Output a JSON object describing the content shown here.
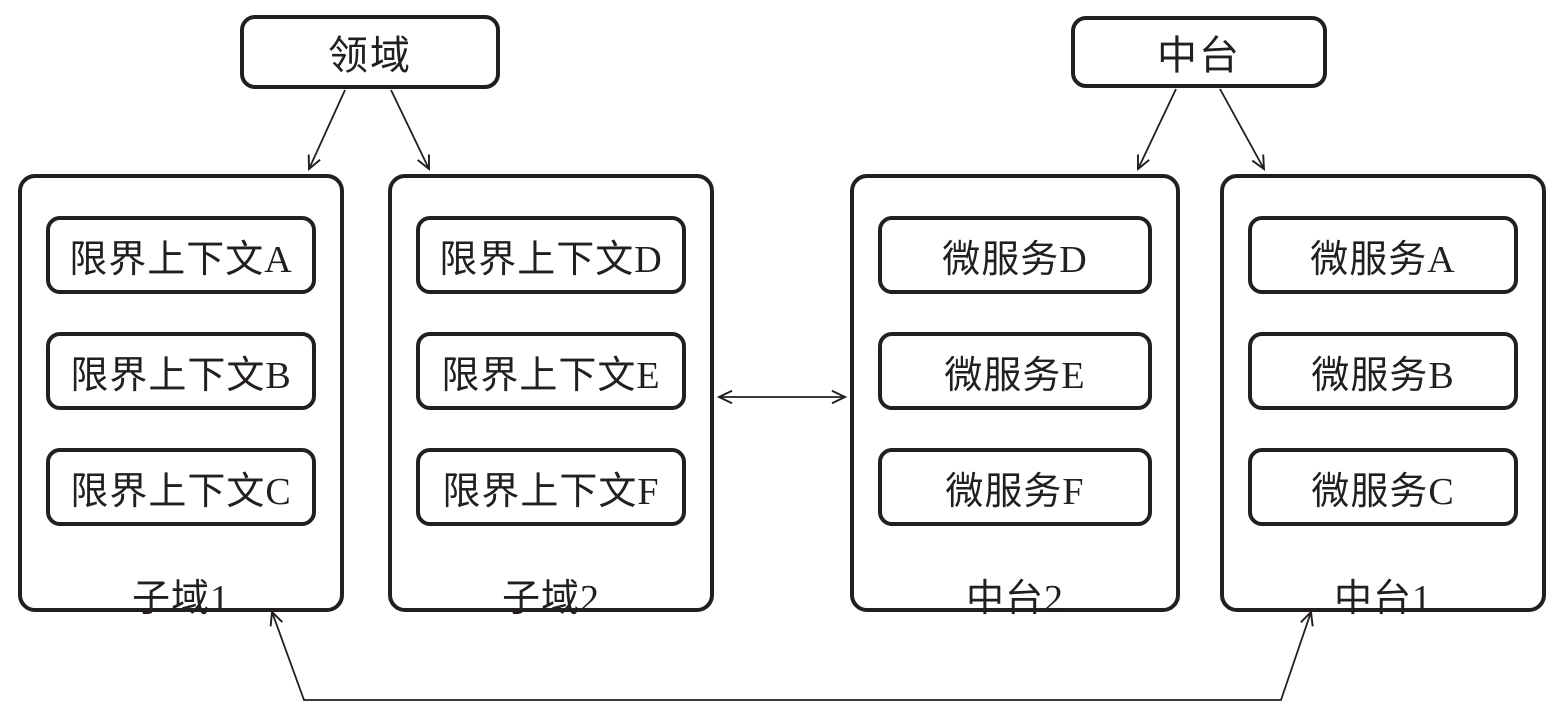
{
  "roots": {
    "domain": "领域",
    "platform": "中台"
  },
  "groups": [
    {
      "label": "子域1",
      "items": [
        "限界上下文A",
        "限界上下文B",
        "限界上下文C"
      ]
    },
    {
      "label": "子域2",
      "items": [
        "限界上下文D",
        "限界上下文E",
        "限界上下文F"
      ]
    },
    {
      "label": "中台2",
      "items": [
        "微服务D",
        "微服务E",
        "微服务F"
      ]
    },
    {
      "label": "中台1",
      "items": [
        "微服务A",
        "微服务B",
        "微服务C"
      ]
    }
  ],
  "connections": [
    {
      "from": "领域",
      "to": "子域1",
      "style": "single-arrow"
    },
    {
      "from": "领域",
      "to": "子域2",
      "style": "single-arrow"
    },
    {
      "from": "中台",
      "to": "中台2",
      "style": "single-arrow"
    },
    {
      "from": "中台",
      "to": "中台1",
      "style": "single-arrow"
    },
    {
      "from": "子域2",
      "to": "中台2",
      "style": "double-arrow"
    },
    {
      "from": "子域1",
      "to": "中台1",
      "style": "double-arrow"
    }
  ],
  "colors": {
    "line": "#231f20",
    "background": "#ffffff"
  }
}
